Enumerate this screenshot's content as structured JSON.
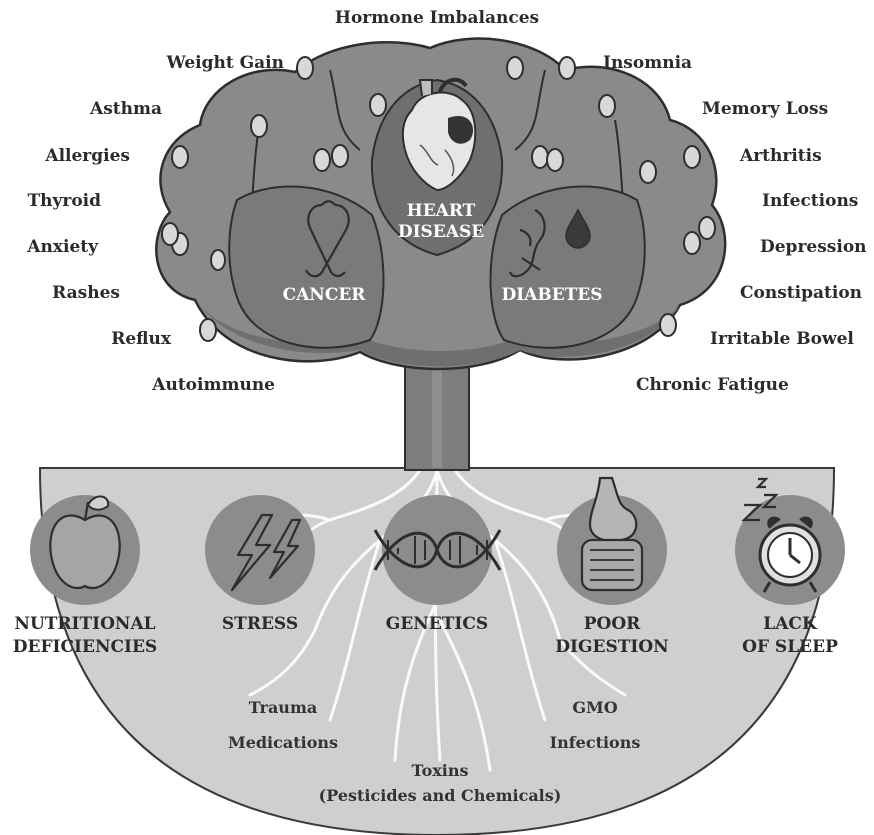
{
  "title": "Hormone Imbalances",
  "left_symptoms": [
    "Weight Gain",
    "Asthma",
    "Allergies",
    "Thyroid",
    "Anxiety",
    "Rashes",
    "Reflux",
    "Autoimmune"
  ],
  "right_symptoms": [
    "Insomnia",
    "Memory Loss",
    "Arthritis",
    "Infections",
    "Depression",
    "Constipation",
    "Irritable Bowel",
    "Chronic Fatigue"
  ],
  "tree_diseases": {
    "heart_line1": "HEART",
    "heart_line2": "DISEASE",
    "cancer": "CANCER",
    "diabetes": "DIABETES"
  },
  "roots": [
    {
      "line1": "NUTRITIONAL",
      "line2": "DEFICIENCIES",
      "icon": "apple-icon"
    },
    {
      "line1": "STRESS",
      "line2": "",
      "icon": "lightning-icon"
    },
    {
      "line1": "GENETICS",
      "line2": "",
      "icon": "dna-icon"
    },
    {
      "line1": "POOR",
      "line2": "DIGESTION",
      "icon": "stomach-icon"
    },
    {
      "line1": "LACK",
      "line2": "OF SLEEP",
      "icon": "alarm-clock-icon"
    }
  ],
  "underground": {
    "trauma": "Trauma",
    "medications": "Medications",
    "gmo": "GMO",
    "infections": "Infections",
    "toxins": "Toxins",
    "toxins_detail": "(Pesticides and Chemicals)"
  },
  "colors": {
    "canopy": "#8a8a8a",
    "canopy_dark": "#6f6f6f",
    "trunk": "#7d7d7d",
    "ground": "#cfcfcf",
    "circle": "#8c8c8c",
    "outline": "#2e2e2e"
  }
}
